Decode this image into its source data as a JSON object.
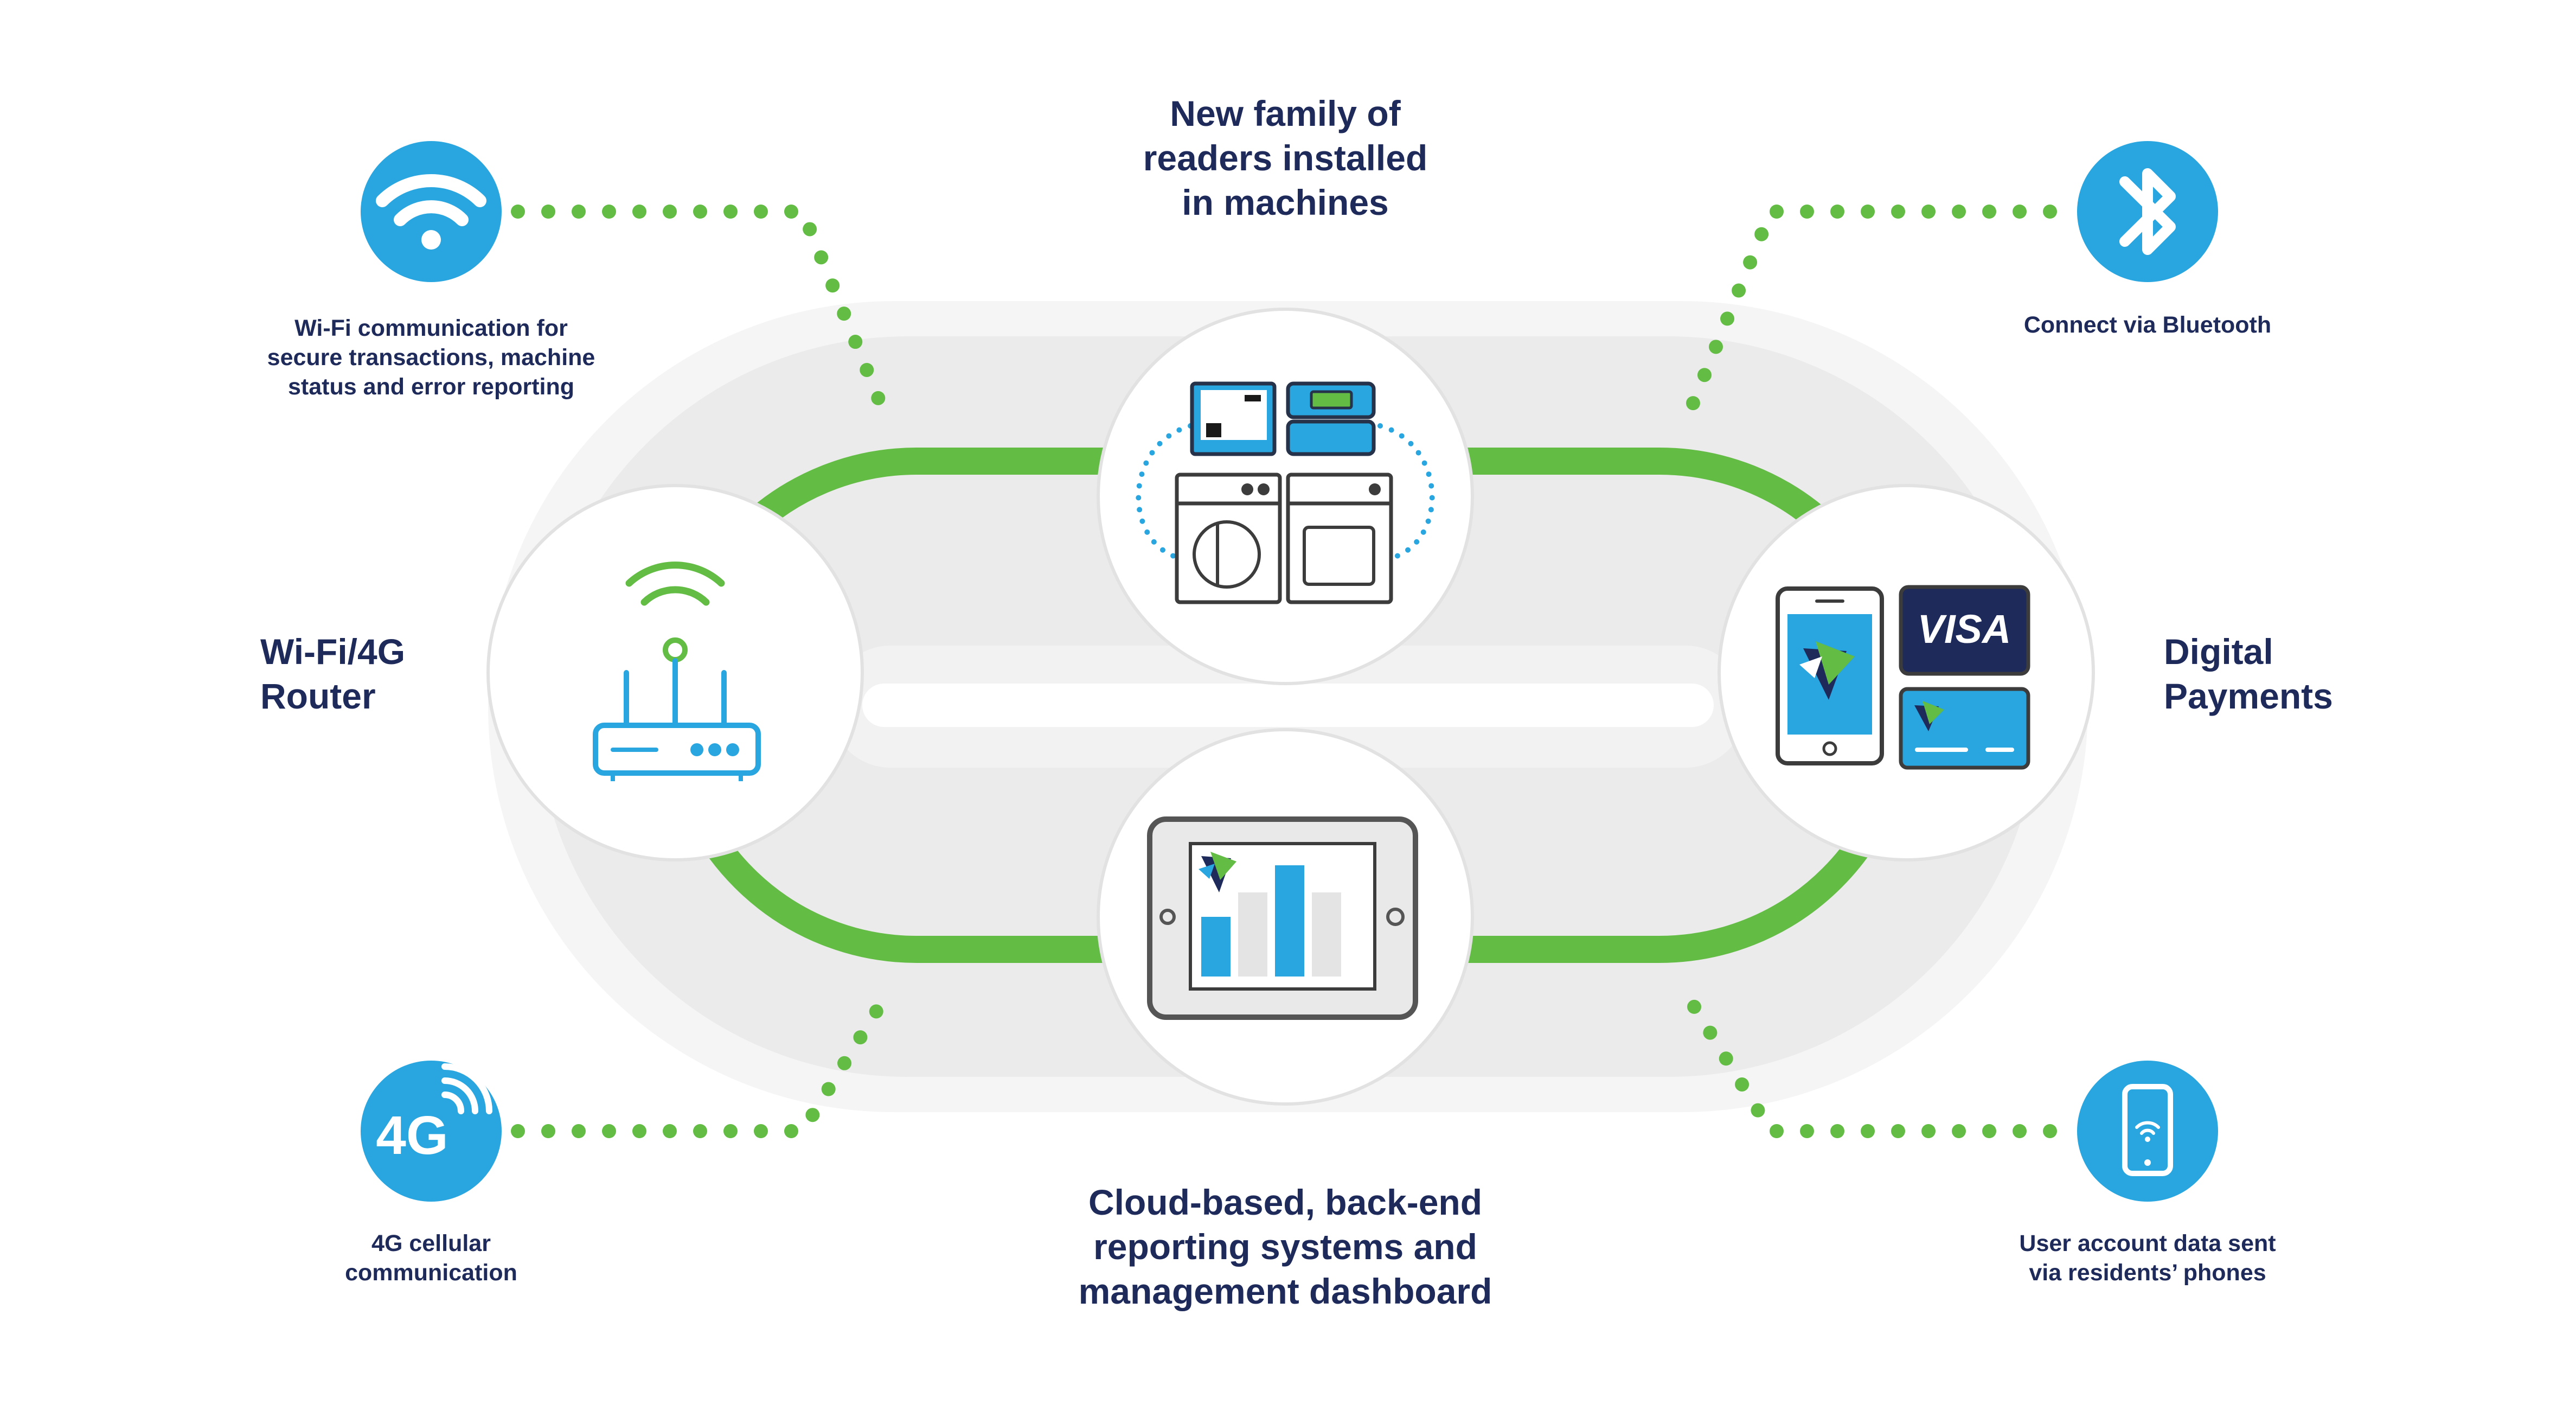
{
  "colors": {
    "green_track": "#63bd45",
    "dots_green": "#63bd45",
    "icon_blue": "#29a6df",
    "navy_text": "#1e2a5a",
    "oval_outer": "#f3f3f3",
    "oval_inner": "#e7e7e7",
    "circle_fill": "#ffffff"
  },
  "labels": {
    "readers": "New family of\nreaders installed\nin machines",
    "router": "Wi-Fi/4G\nRouter",
    "payments": "Digital\nPayments",
    "cloud": "Cloud-based, back-end\nreporting systems and\nmanagement dashboard",
    "wifi_comm": "Wi-Fi communication for\nsecure transactions, machine\nstatus and error reporting",
    "bluetooth": "Connect via Bluetooth",
    "cellular": "4G cellular\ncommunication",
    "user_data": "User account data sent\nvia residents’ phones"
  },
  "icons": {
    "wifi": "wifi-icon",
    "bluetooth": "bluetooth-icon",
    "cellular": "4g-icon",
    "phone": "smartphone-wifi-icon",
    "router": "router-icon",
    "machines": "washer-dryer-reader-icon",
    "payments": "phone-visa-card-icon",
    "dashboard": "tablet-dashboard-icon"
  },
  "badge_texts": {
    "cellular": "4G",
    "visa": "VISA"
  }
}
